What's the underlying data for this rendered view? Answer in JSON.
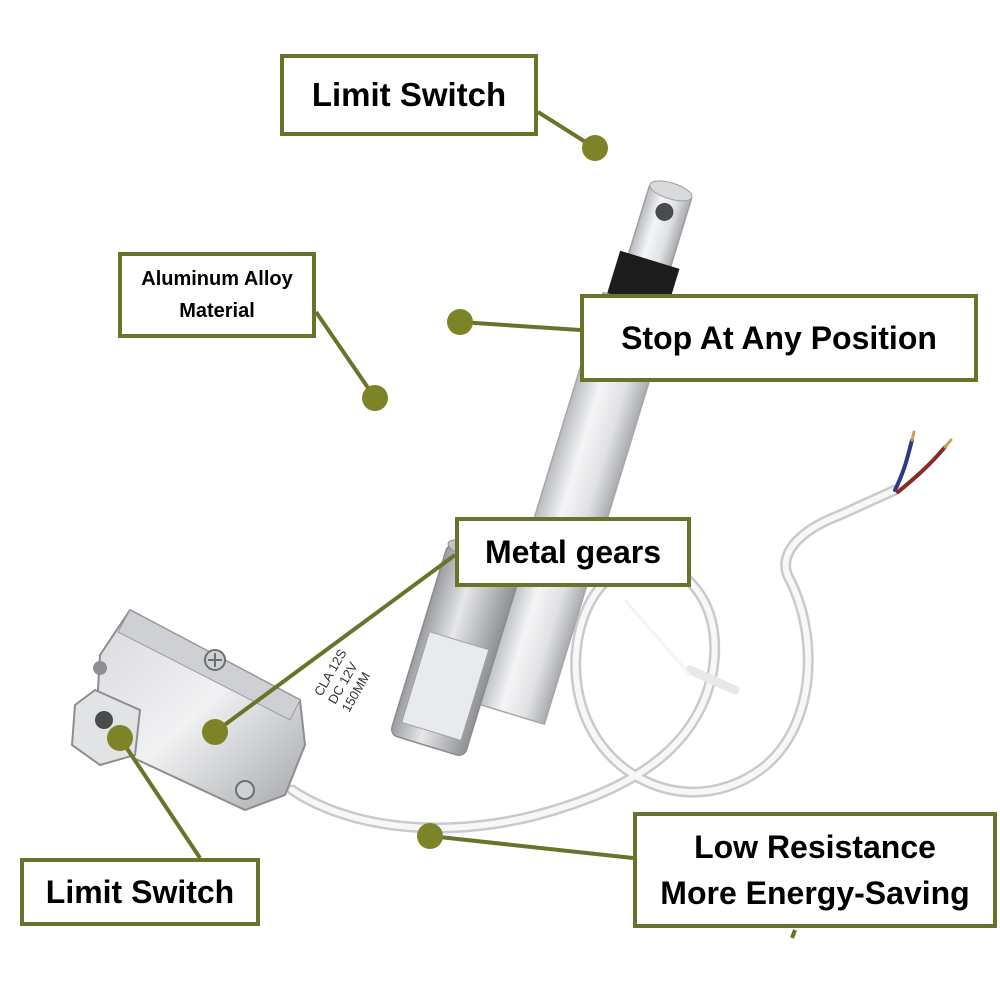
{
  "labels": {
    "top_limit_switch": "Limit Switch",
    "aluminum_line1": "Aluminum Alloy",
    "aluminum_line2": "Material",
    "stop_any_position": "Stop At Any Position",
    "metal_gears": "Metal gears",
    "bottom_limit_switch": "Limit Switch",
    "low_resistance_line1": "Low Resistance",
    "low_resistance_line2": "More Energy-Saving"
  },
  "product_markings": {
    "line1": "CLA 12S",
    "line2": "DC 12V",
    "line3": "150MM"
  },
  "colors": {
    "accent": "#6b7229",
    "dot": "#7d8427",
    "body": "#dcdde0",
    "background": "#ffffff"
  }
}
